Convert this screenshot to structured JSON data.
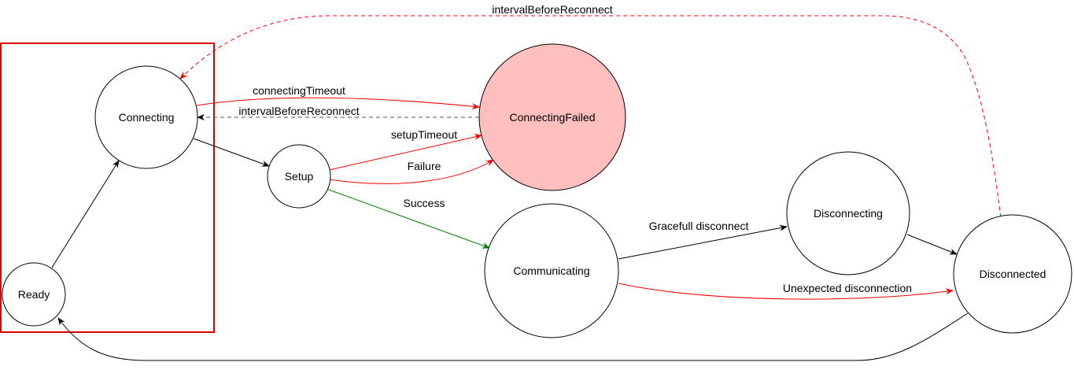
{
  "diagram": {
    "colors": {
      "stroke": "#000000",
      "red": "#ff0000",
      "green": "#008000",
      "dashed_gray": "#555555",
      "failed_fill": "#ffbfbf",
      "highlight_box": "#dd0000"
    },
    "nodes": {
      "connecting": "Connecting",
      "connecting_failed": "ConnectingFailed",
      "setup": "Setup",
      "communicating": "Communicating",
      "disconnecting": "Disconnecting",
      "disconnected": "Disconnected",
      "ready": "Ready"
    },
    "edges": {
      "top_reconnect": "intervalBeforeReconnect",
      "connecting_timeout": "connectingTimeout",
      "interval_reconnect": "intervalBeforeReconnect",
      "setup_timeout": "setupTimeout",
      "failure": "Failure",
      "success": "Success",
      "graceful": "Gracefull disconnect",
      "unexpected": "Unexpected disconnection"
    }
  }
}
